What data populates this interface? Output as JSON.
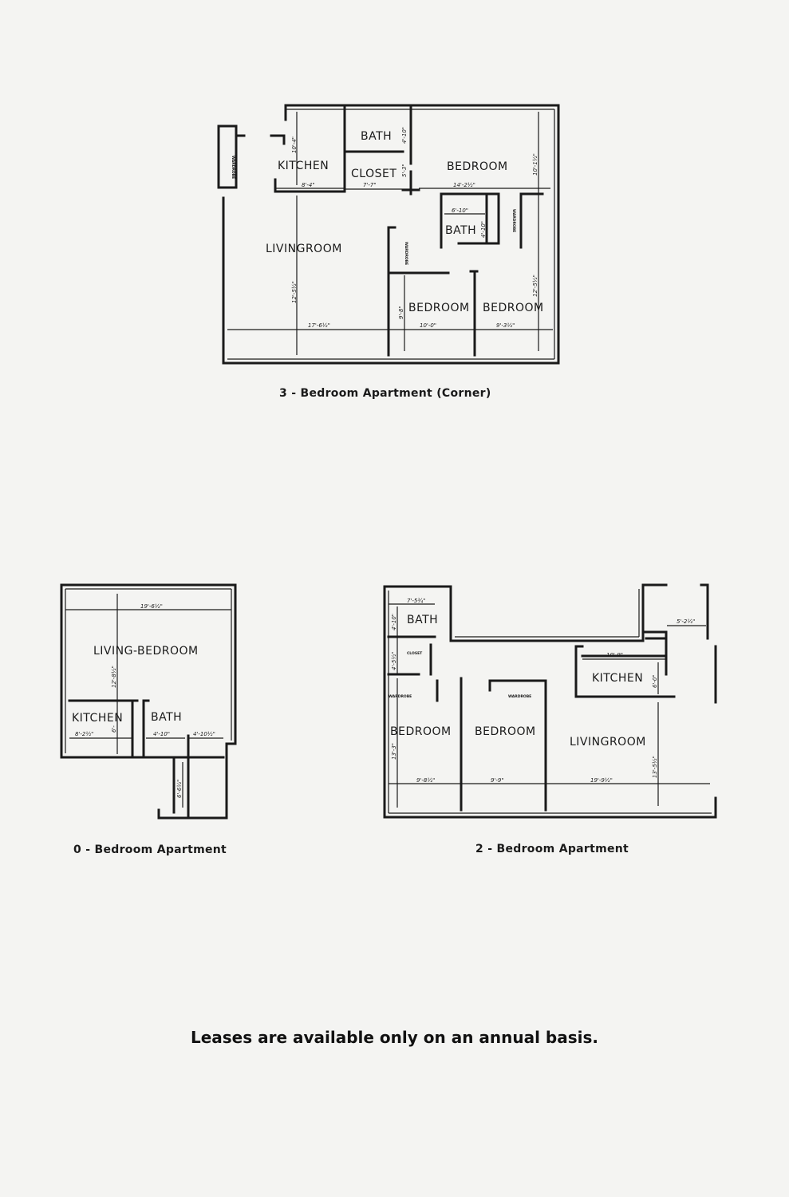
{
  "plans": {
    "three_bedroom": {
      "caption": "3 - Bedroom Apartment (Corner)",
      "rooms": {
        "bath_1": "BATH",
        "kitchen": "KITCHEN",
        "closet": "CLOSET",
        "bedroom_1": "BEDROOM",
        "bath_2": "BATH",
        "livingroom": "LIVINGROOM",
        "bedroom_2": "BEDROOM",
        "bedroom_3": "BEDROOM"
      },
      "labels": {
        "wardrobe_1": "WARDROBE",
        "wardrobe_2": "WARDROBE",
        "wardrobe_3": "WARDROBE"
      },
      "dims": {
        "kitchen_h": "10'-4\"",
        "kitchen_w": "8'-4\"",
        "closet_w": "7'-7\"",
        "bath1_h": "4'-10\"",
        "closet_h": "5'-3\"",
        "bedroom1_w": "14'-2½\"",
        "bedroom1_h": "10'-1½\"",
        "bath2_w": "6'-10\"",
        "bath2_h": "4'-10\"",
        "living_h": "12'-5½\"",
        "living_w": "17'-6½\"",
        "bedroom2_h": "9'-8\"",
        "bedroom2_w": "10'-0\"",
        "bedroom3_h": "12'-5½\"",
        "bedroom3_w": "9'-3½\""
      }
    },
    "zero_bedroom": {
      "caption": "0 - Bedroom Apartment",
      "rooms": {
        "living_bedroom": "LIVING-BEDROOM",
        "kitchen": "KITCHEN",
        "bath": "BATH"
      },
      "dims": {
        "overall_w": "19'-6½\"",
        "living_h": "12'-8½\"",
        "kitchen_w": "8'-2½\"",
        "kitchen_h": "6'-",
        "bath_w": "4'-10\"",
        "closet_w": "4'-10½\"",
        "closet_h": "6'-6½\""
      }
    },
    "two_bedroom": {
      "caption": "2 - Bedroom Apartment",
      "rooms": {
        "bath": "BATH",
        "kitchen": "KITCHEN",
        "bedroom_1": "BEDROOM",
        "bedroom_2": "BEDROOM",
        "livingroom": "LIVINGROOM"
      },
      "labels": {
        "closet": "CLOSET",
        "wardrobe_1": "WARDROBE",
        "wardrobe_2": "WARDROBE"
      },
      "dims": {
        "bath_w": "7'-5¾\"",
        "bath_h": "4'-10\"",
        "closet_h": "4'-5½\"",
        "entry_w": "5'-2½\"",
        "kitchen_w": "10'-9\"",
        "kitchen_h": "6'-0\"",
        "bedroom1_h": "13'-3\"",
        "bedroom1_w": "9'-8½\"",
        "bedroom2_w": "9'-9\"",
        "living_w": "19'-9½\"",
        "living_h": "13'-5½\""
      }
    }
  },
  "footer_note": "Leases are available only on an annual basis."
}
